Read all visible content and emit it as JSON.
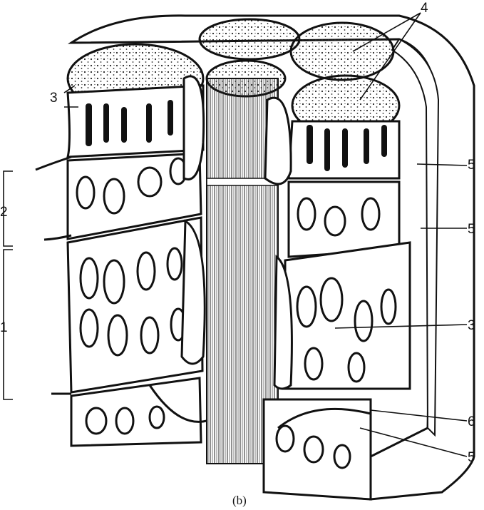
{
  "figure": {
    "caption": "(b)",
    "labels": {
      "l1": "1",
      "l2": "2",
      "l3_top_left": "3",
      "l3_right": "3",
      "l4": "4",
      "l5_a": "5",
      "l5_b": "5",
      "l5_c": "5",
      "l6": "6"
    },
    "colors": {
      "ink": "#111111",
      "paper": "#ffffff",
      "stipple": "#222222"
    }
  }
}
